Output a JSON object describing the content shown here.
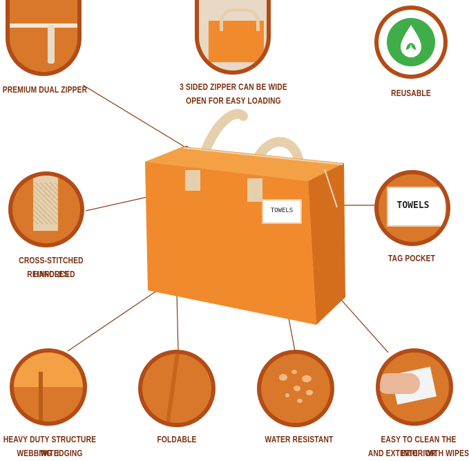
{
  "features": {
    "premium_zipper": "PREMIUM DUAL ZIPPER",
    "three_sided_zipper_line1": "3 SIDED ZIPPER CAN BE WIDE",
    "three_sided_zipper_line2": "OPEN FOR EASY LOADING",
    "reusable": "REUSABLE",
    "handles_line1": "CROSS-STITCHED REINFORCED",
    "handles_line2": "HANDLES",
    "tag_pocket": "TAG POCKET",
    "heavy_duty_line1": "HEAVY DUTY STRUCTURE WITH",
    "heavy_duty_line2": "WEBBING EDGING",
    "foldable": "FOLDABLE",
    "water_resistant": "WATER RESISTANT",
    "easy_clean_line1": "EASY TO CLEAN THE INTERIOR",
    "easy_clean_line2": "AND EXTERIOR WITH WIPES"
  },
  "tag": {
    "bag_tag_text": "TOWELS",
    "zoom_tag_text": "TOWELS"
  },
  "colors": {
    "bag_orange": "#f08a2c",
    "circle_border": "#b24c16",
    "label_text": "#7a2f10",
    "reusable_green": "#3fae49"
  },
  "icons": {
    "reusable": "water-drop-leaf-icon"
  }
}
